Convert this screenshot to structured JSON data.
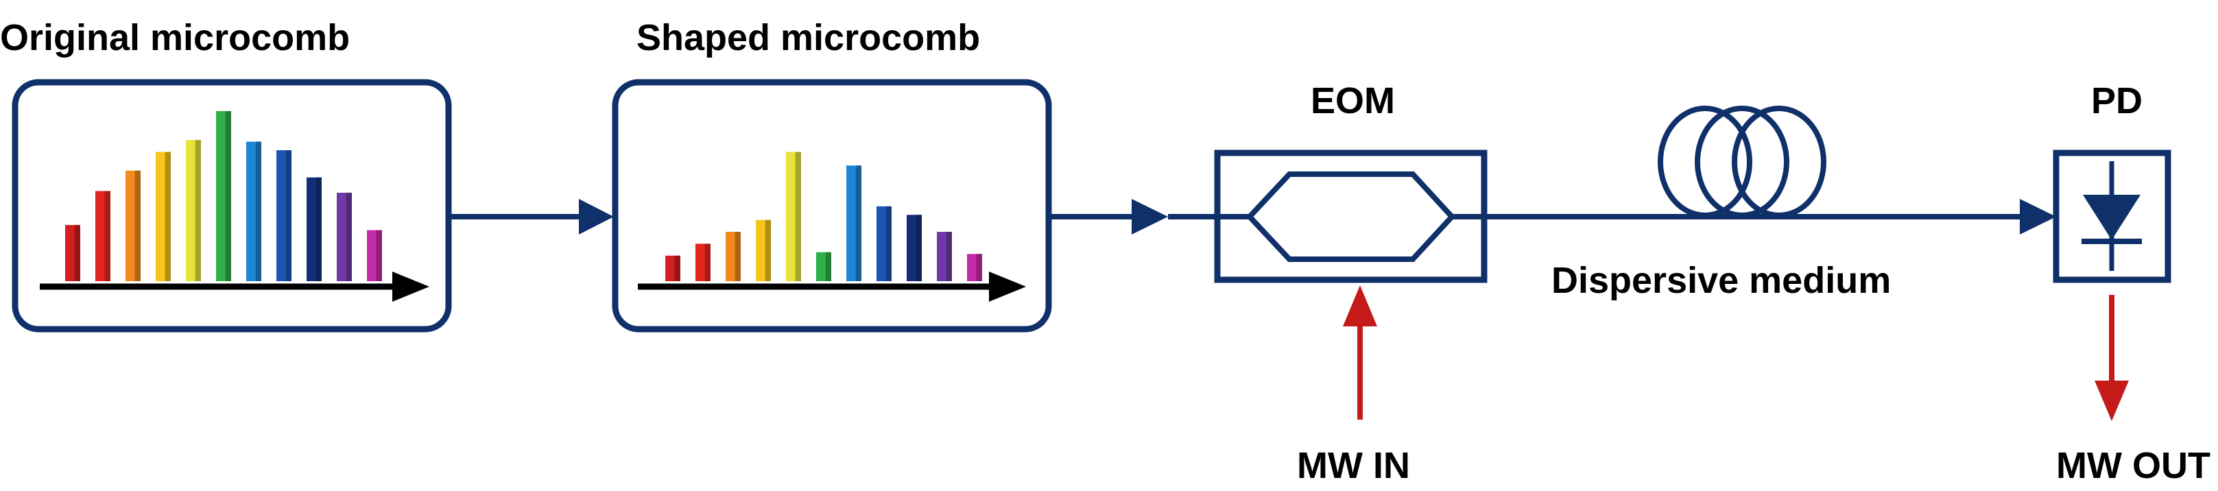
{
  "labels": {
    "original": "Original microcomb",
    "shaped": "Shaped microcomb",
    "eom": "EOM",
    "pd": "PD",
    "dispersive": "Dispersive medium",
    "mw_in": "MW IN",
    "mw_out": "MW OUT"
  },
  "colors": {
    "navy": "#10306a",
    "red_arrow": "#c41a1a",
    "black": "#000000"
  },
  "combs": {
    "original": [
      {
        "color": "#d31f1f",
        "level": 0.33
      },
      {
        "color": "#e5261e",
        "level": 0.53
      },
      {
        "color": "#f28a1d",
        "level": 0.65
      },
      {
        "color": "#f7c61c",
        "level": 0.76
      },
      {
        "color": "#e7e339",
        "level": 0.83
      },
      {
        "color": "#2fb04a",
        "level": 1.0
      },
      {
        "color": "#1f86d6",
        "level": 0.82
      },
      {
        "color": "#1c56b4",
        "level": 0.77
      },
      {
        "color": "#142f7a",
        "level": 0.61
      },
      {
        "color": "#6f3aa5",
        "level": 0.52
      },
      {
        "color": "#c52aa8",
        "level": 0.3
      }
    ],
    "shaped": [
      {
        "color": "#d31f1f",
        "level": 0.15
      },
      {
        "color": "#e5261e",
        "level": 0.22
      },
      {
        "color": "#f28a1d",
        "level": 0.29
      },
      {
        "color": "#f7c61c",
        "level": 0.36
      },
      {
        "color": "#e7e339",
        "level": 0.76
      },
      {
        "color": "#2fb04a",
        "level": 0.17
      },
      {
        "color": "#1f86d6",
        "level": 0.68
      },
      {
        "color": "#1c56b4",
        "level": 0.44
      },
      {
        "color": "#142f7a",
        "level": 0.39
      },
      {
        "color": "#6f3aa5",
        "level": 0.29
      },
      {
        "color": "#c52aa8",
        "level": 0.16
      }
    ]
  }
}
